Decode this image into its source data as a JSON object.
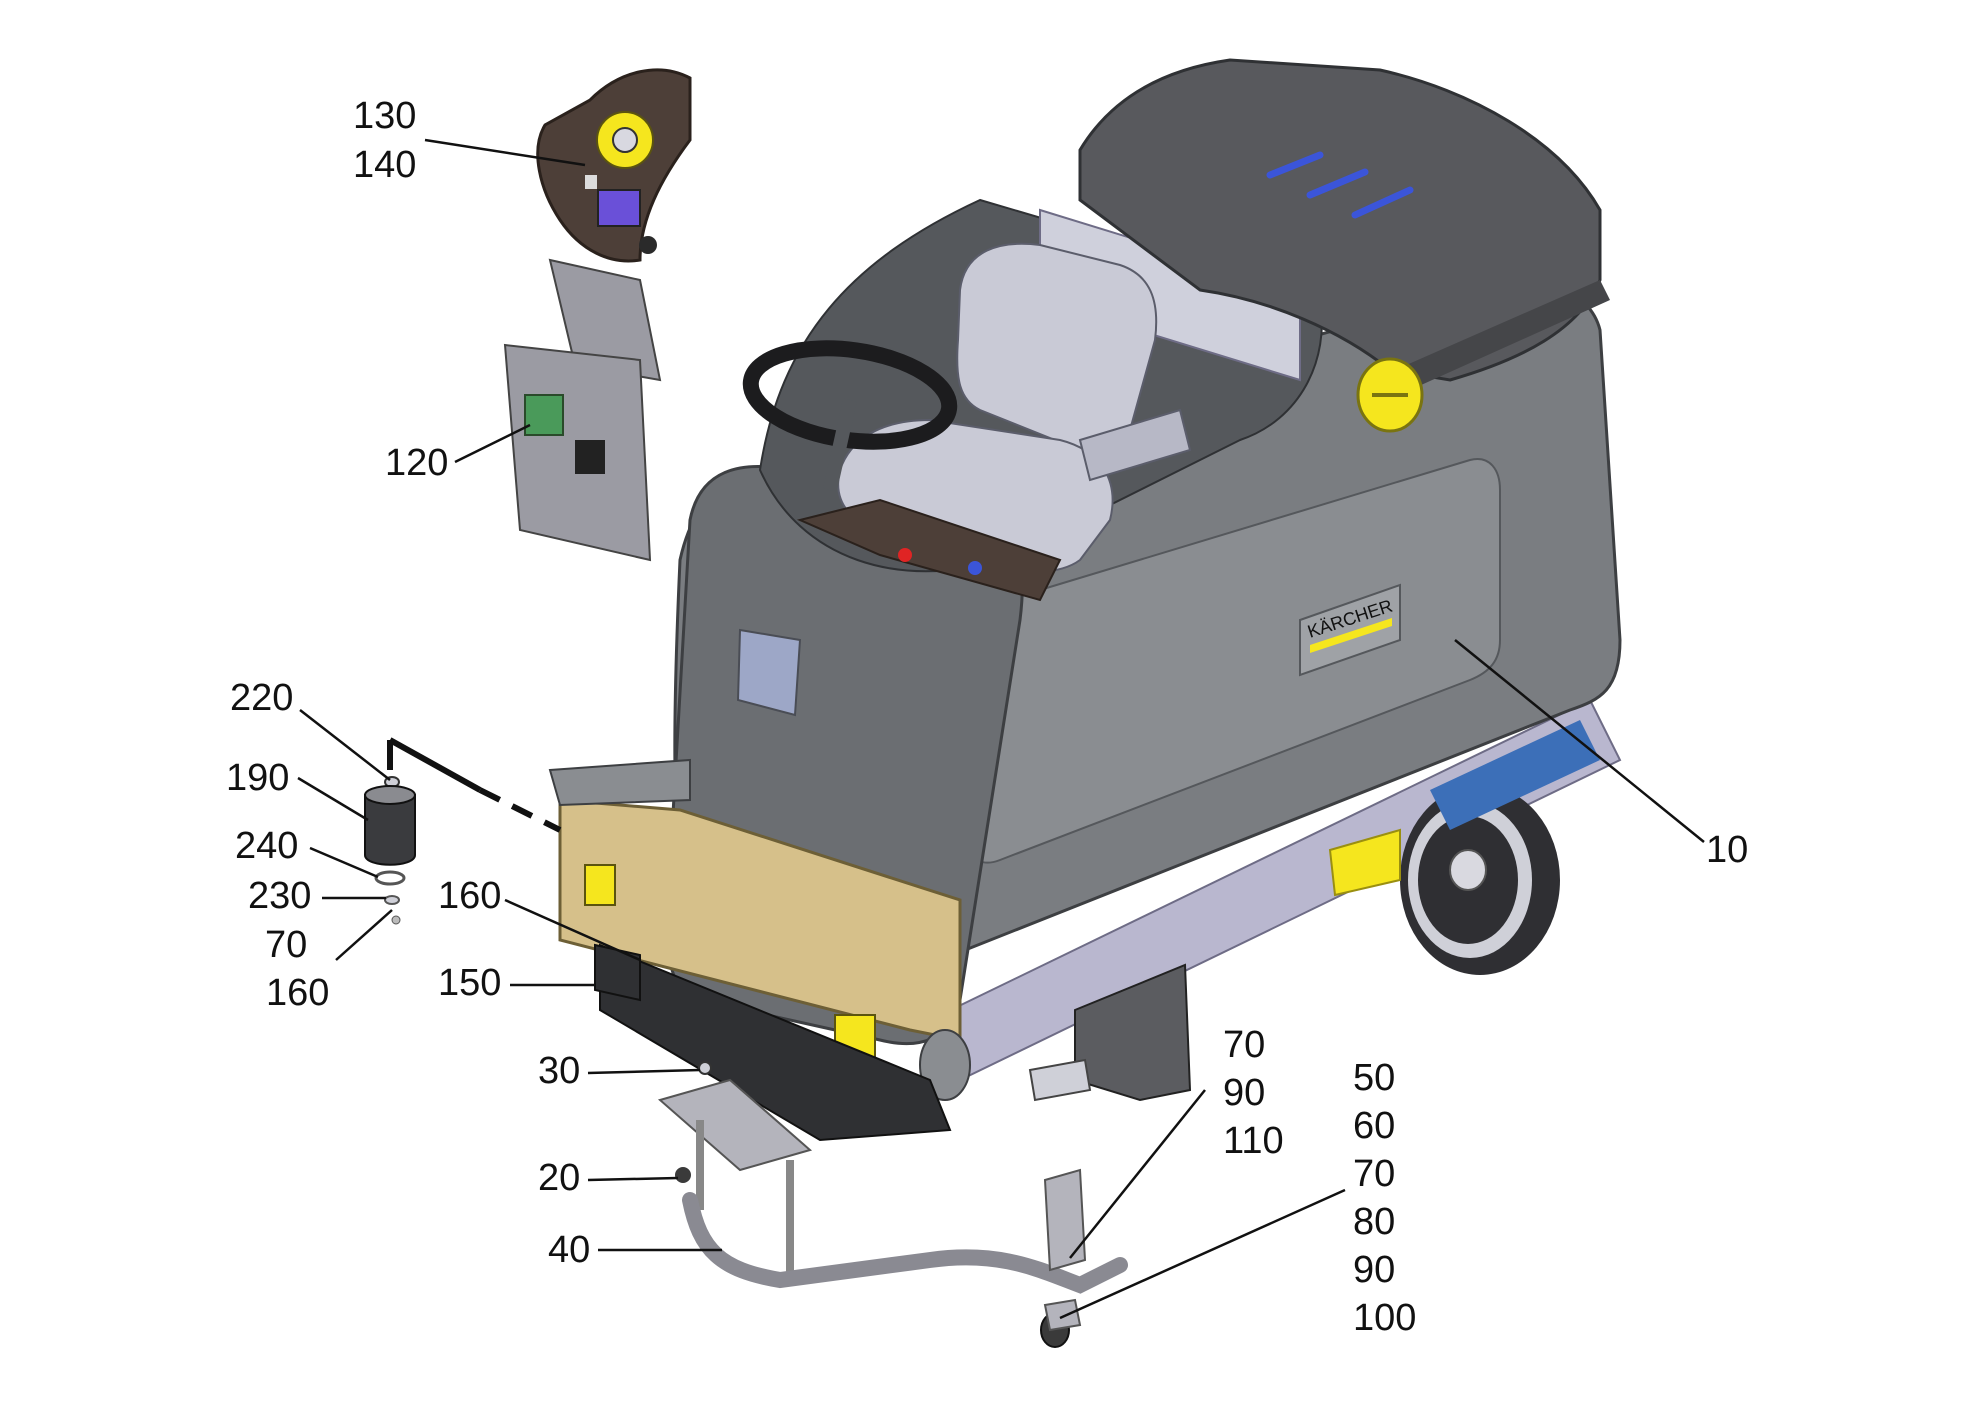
{
  "colors": {
    "body_dark": "#6b6e72",
    "body_mid": "#8a8d91",
    "body_light": "#a3a6aa",
    "frame": "#b9b7cf",
    "seat": "#c9cad6",
    "bumper": "#d6c08a",
    "yellow": "#f5e61e",
    "blue_accent": "#3b55d9",
    "control_panel": "#4d3f38",
    "wheel": "#2f2f33",
    "bracket": "#9b9ba3",
    "leader": "#111111"
  },
  "icons": [
    "steering-wheel-icon",
    "fuel-cap-icon",
    "seat-icon",
    "wheel-icon",
    "karcher-logo"
  ],
  "logo_text": "KÄRCHER",
  "callouts": {
    "c130": "130",
    "c140": "140",
    "c120": "120",
    "c220": "220",
    "c190": "190",
    "c240": "240",
    "c230": "230",
    "c70a": "70",
    "c160a": "160",
    "c160b": "160",
    "c150": "150",
    "c30": "30",
    "c20": "20",
    "c40": "40",
    "c10": "10",
    "c70b": "70",
    "c90b": "90",
    "c110": "110",
    "c50": "50",
    "c60": "60",
    "c70c": "70",
    "c80": "80",
    "c90c": "90",
    "c100": "100"
  }
}
